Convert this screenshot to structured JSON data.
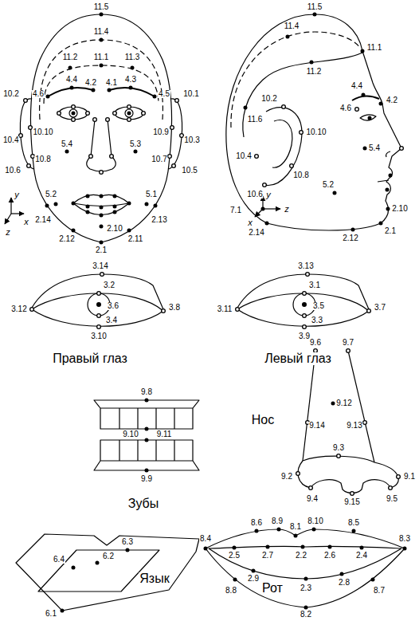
{
  "diagram": {
    "labels": [
      "11.5",
      "11.4",
      "11.2",
      "11.1",
      "11.3",
      "4.4",
      "4.2",
      "4.1",
      "4.3",
      "4.6",
      "4.5",
      "10.2",
      "10.1",
      "10.10",
      "10.9",
      "10.4",
      "10.3",
      "5.4",
      "5.3",
      "10.8",
      "10.7",
      "10.6",
      "10.5",
      "5.2",
      "5.1",
      "2.10",
      "2.14",
      "2.13",
      "2.12",
      "2.11",
      "2.1",
      "y",
      "x",
      "z",
      "11.5",
      "11.4",
      "11.1",
      "11.2",
      "11.6",
      "10.2",
      "4.4",
      "4.6",
      "4.2",
      "10.10",
      "5.4",
      "10.4",
      "10.8",
      "10.6",
      "y",
      "x",
      "z",
      "7.1",
      "5.2",
      "2.10",
      "2.1",
      "2.14",
      "2.12",
      "3.14",
      "3.2",
      "3.12",
      "3.6",
      "3.8",
      "3.4",
      "3.10",
      "3.13",
      "3.1",
      "3.11",
      "3.5",
      "3.7",
      "3.3",
      "3.9",
      "Правый глаз",
      "Левый глаз",
      "9.6",
      "9.7",
      "9.12",
      "9.14",
      "9.13",
      "Нос",
      "9.3",
      "9.2",
      "9.1",
      "9.4",
      "9.15",
      "9.5",
      "9.8",
      "9.10",
      "9.11",
      "9.9",
      "Зубы",
      "6.4",
      "6.2",
      "6.3",
      "Язык",
      "6.1",
      "8.4",
      "8.6",
      "8.9",
      "8.1",
      "8.10",
      "8.5",
      "8.3",
      "2.5",
      "2.7",
      "2.2",
      "2.6",
      "2.4",
      "2.9",
      "2.3",
      "2.8",
      "Рот",
      "8.8",
      "8.7",
      "8.2"
    ]
  }
}
